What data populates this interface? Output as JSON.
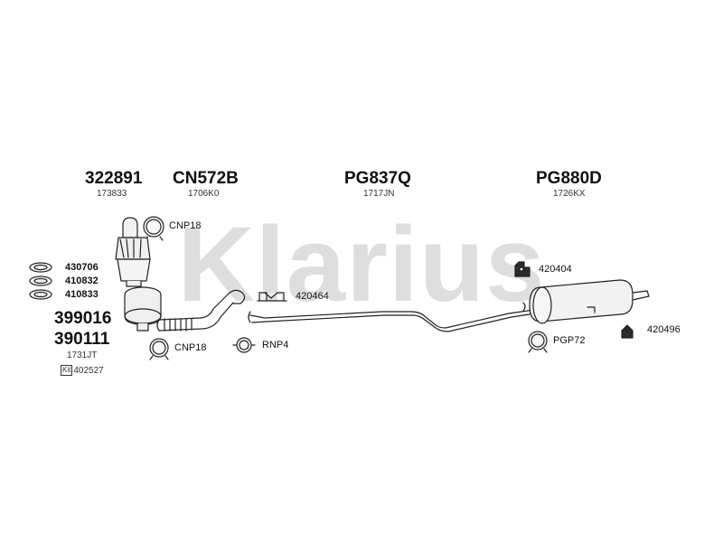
{
  "watermark": "Klarius",
  "headers": [
    {
      "code": "322891",
      "ref": "173833"
    },
    {
      "code": "CN572B",
      "ref": "1706K0"
    },
    {
      "code": "PG837Q",
      "ref": "1717JN"
    },
    {
      "code": "PG880D",
      "ref": "1726KX"
    }
  ],
  "labels": {
    "cnp18_top": "CNP18",
    "p430706": "430706",
    "p410832": "410832",
    "p410833": "410833",
    "p420464": "420464",
    "p420404": "420404",
    "p420496": "420496",
    "cnp18_bottom": "CNP18",
    "rnp4": "RNP4",
    "pgp72": "PGP72",
    "p399016": "399016",
    "p390111": "390111",
    "ref_1731jt": "1731JT",
    "kit_tag": "Kit",
    "kit_number": "402527"
  },
  "colors": {
    "watermark": "#dedede",
    "line": "#222222",
    "part_fill": "#f2f2f2"
  }
}
